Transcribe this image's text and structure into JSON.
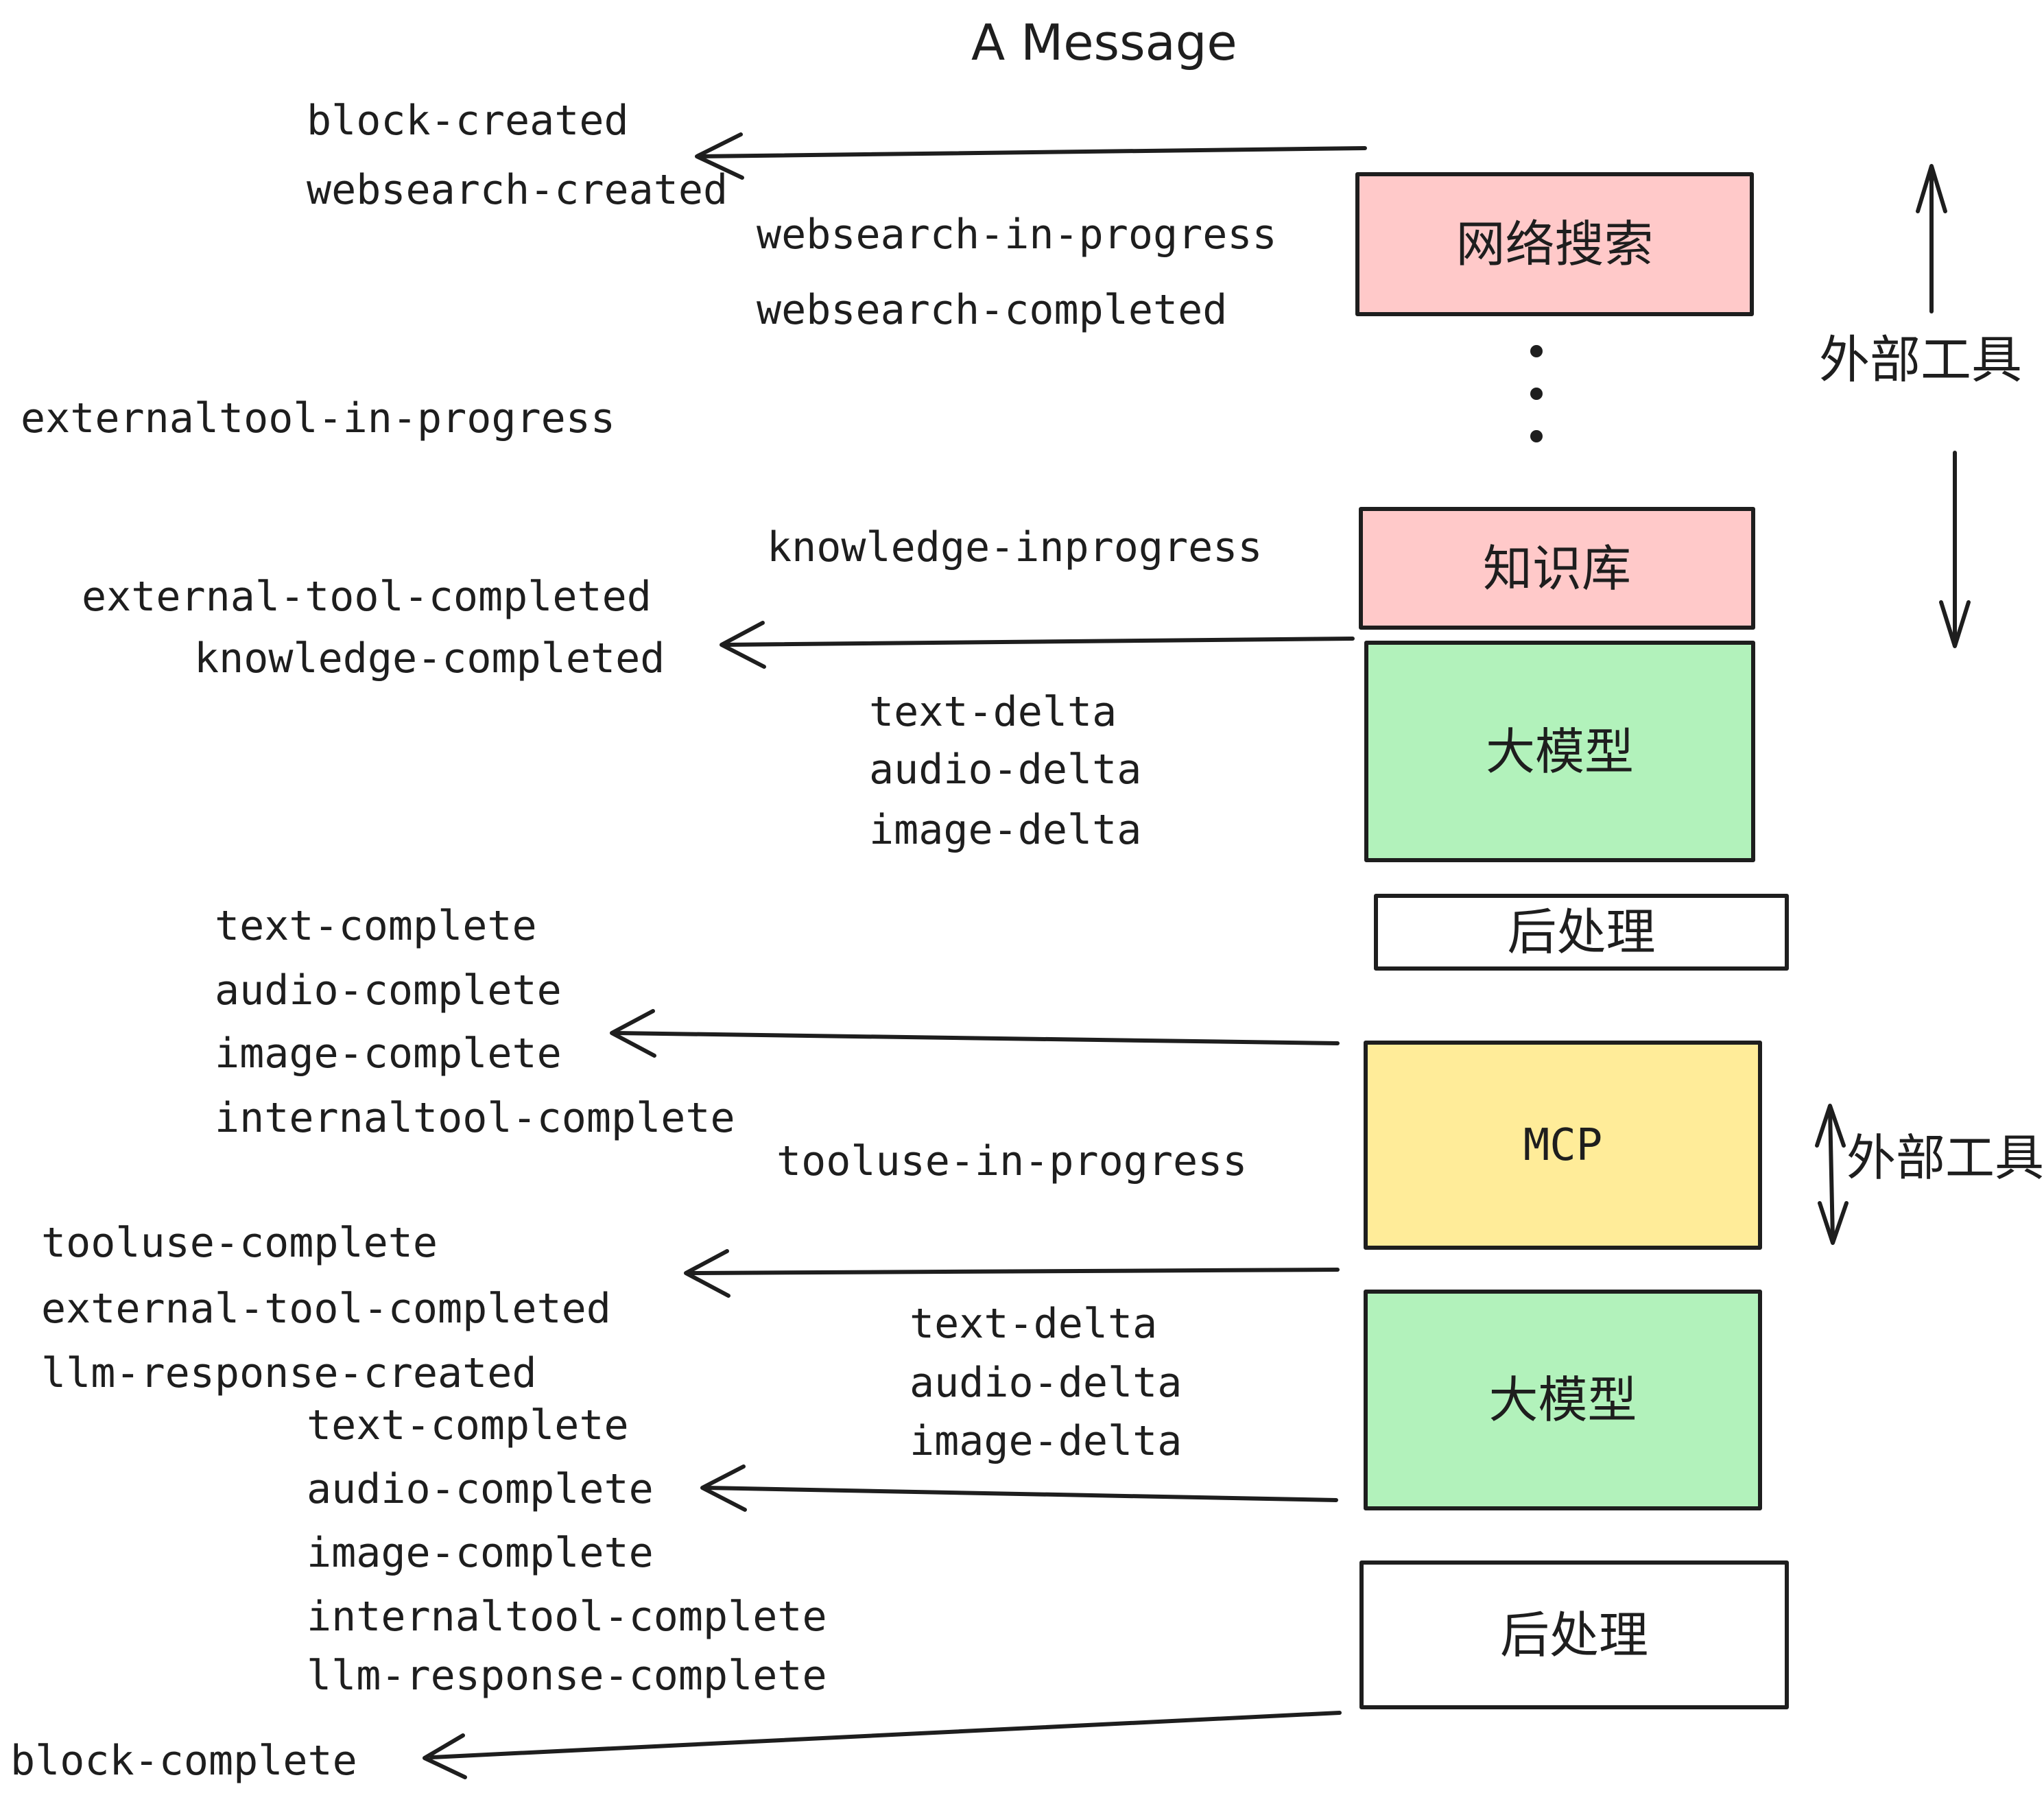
{
  "title": "A Message",
  "colors": {
    "box_pink": "#ffc9c9",
    "box_green": "#b2f2bb",
    "box_yellow": "#ffec99",
    "stroke": "#1e1e1e",
    "background": "#ffffff"
  },
  "boxes": {
    "websearch": "网络搜索",
    "knowledge": "知识库",
    "llm": "大模型",
    "postprocess": "后处理",
    "mcp": "MCP"
  },
  "side_labels": {
    "external_tools": "外部工具"
  },
  "events": {
    "block_created": "block-created",
    "websearch_created": "websearch-created",
    "websearch_in_progress": "websearch-in-progress",
    "websearch_completed": "websearch-completed",
    "externaltool_in_progress": "externaltool-in-progress",
    "knowledge_inprogress": "knowledge-inprogress",
    "external_tool_completed": "external-tool-completed",
    "knowledge_completed": "knowledge-completed",
    "text_delta": "text-delta",
    "audio_delta": "audio-delta",
    "image_delta": "image-delta",
    "text_complete": "text-complete",
    "audio_complete": "audio-complete",
    "image_complete": "image-complete",
    "internaltool_complete": "internaltool-complete",
    "tooluse_in_progress": "tooluse-in-progress",
    "tooluse_complete": "tooluse-complete",
    "llm_response_created": "llm-response-created",
    "llm_response_complete": "llm-response-complete",
    "block_complete": "block-complete"
  }
}
